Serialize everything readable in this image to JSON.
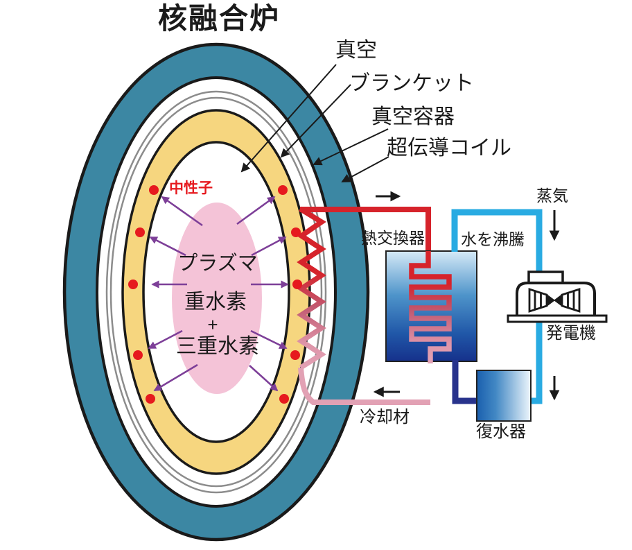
{
  "title": "核融合炉",
  "torus": {
    "callouts": [
      {
        "id": "vacuum",
        "label": "真空"
      },
      {
        "id": "blanket",
        "label": "ブランケット"
      },
      {
        "id": "vacuum_vessel",
        "label": "真空容器"
      },
      {
        "id": "superconducting_coil",
        "label": "超伝導コイル"
      }
    ],
    "neutron_label": "中性子",
    "plasma_label": "プラズマ",
    "fuel": {
      "deuterium": "重水素",
      "plus": "+",
      "tritium": "三重水素"
    }
  },
  "plant": {
    "heat_exchanger_label": "熱交換器",
    "boil_water_label": "水を沸騰",
    "steam_label": "蒸気",
    "generator_label": "発電機",
    "condenser_label": "復水器",
    "coolant_label": "冷却材"
  },
  "colors": {
    "coil_teal": "#3c87a3",
    "blanket_yellow": "#f6d67f",
    "plasma_pink": "#f4c3d7",
    "hot_coolant_red": "#d6232b",
    "cold_coolant_pink": "#e2a1b4",
    "steam_cyan": "#29abe2",
    "water_navy": "#28338c",
    "neutron_red": "#e6191e",
    "arrow_purple": "#7d3f98",
    "vessel_gray": "#8c8c8c"
  }
}
